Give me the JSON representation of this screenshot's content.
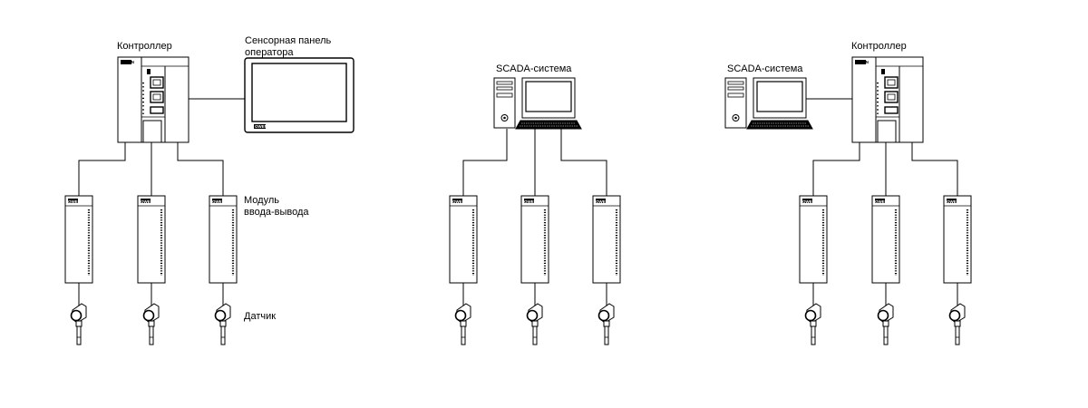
{
  "labels": {
    "controller_a": "Контроллер",
    "touch_panel": "Сенсорная панель\nоператора",
    "scada_b": "SCADA-система",
    "scada_c": "SCADA-система",
    "controller_c": "Контроллер",
    "io_module": "Модуль\nввода-вывода",
    "sensor": "Датчик"
  },
  "brand_mark": "OWEN",
  "colors": {
    "stroke": "#000000",
    "background": "#ffffff"
  }
}
